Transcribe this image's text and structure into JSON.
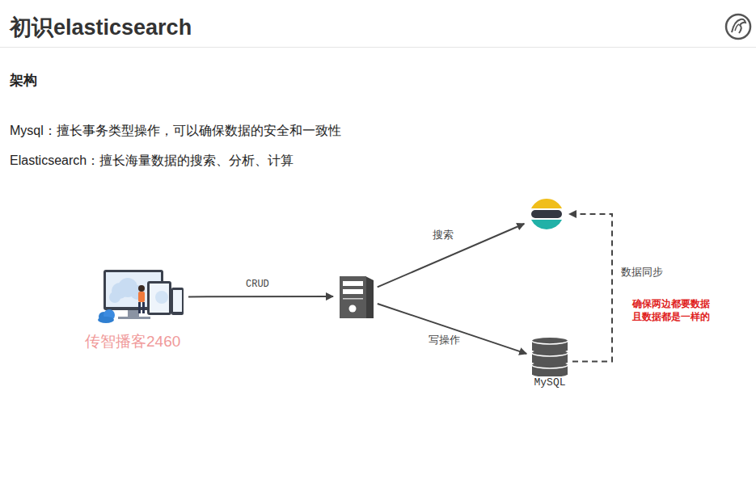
{
  "diagram": {
    "title": "初识elasticsearch",
    "nodes": [
      {
        "text": []
      },
      {
        "text": []
      },
      {
        "text": []
      },
      {
        "text": [
          "MySQL"
        ]
      }
    ],
    "edges": [
      {
        "from": 0,
        "to": 1,
        "label": "CRUD",
        "arrow": "to"
      },
      {
        "from": 1,
        "to": 2,
        "label": "搜索",
        "arrow": "to"
      },
      {
        "from": 1,
        "to": 3,
        "label": "写操作",
        "arrow": "to"
      },
      {
        "from": 3,
        "to": 2,
        "label": "数据同步",
        "arrow": "to"
      }
    ],
    "labels": [
      "架构",
      "Mysql：擅长事务类型操作，可以确保数据的安全和一致性",
      "Elasticsearch：擅长海量数据的搜索、分析、计算",
      "传智播客2460",
      "确保两边都要数据 且数据都是一样的"
    ]
  }
}
